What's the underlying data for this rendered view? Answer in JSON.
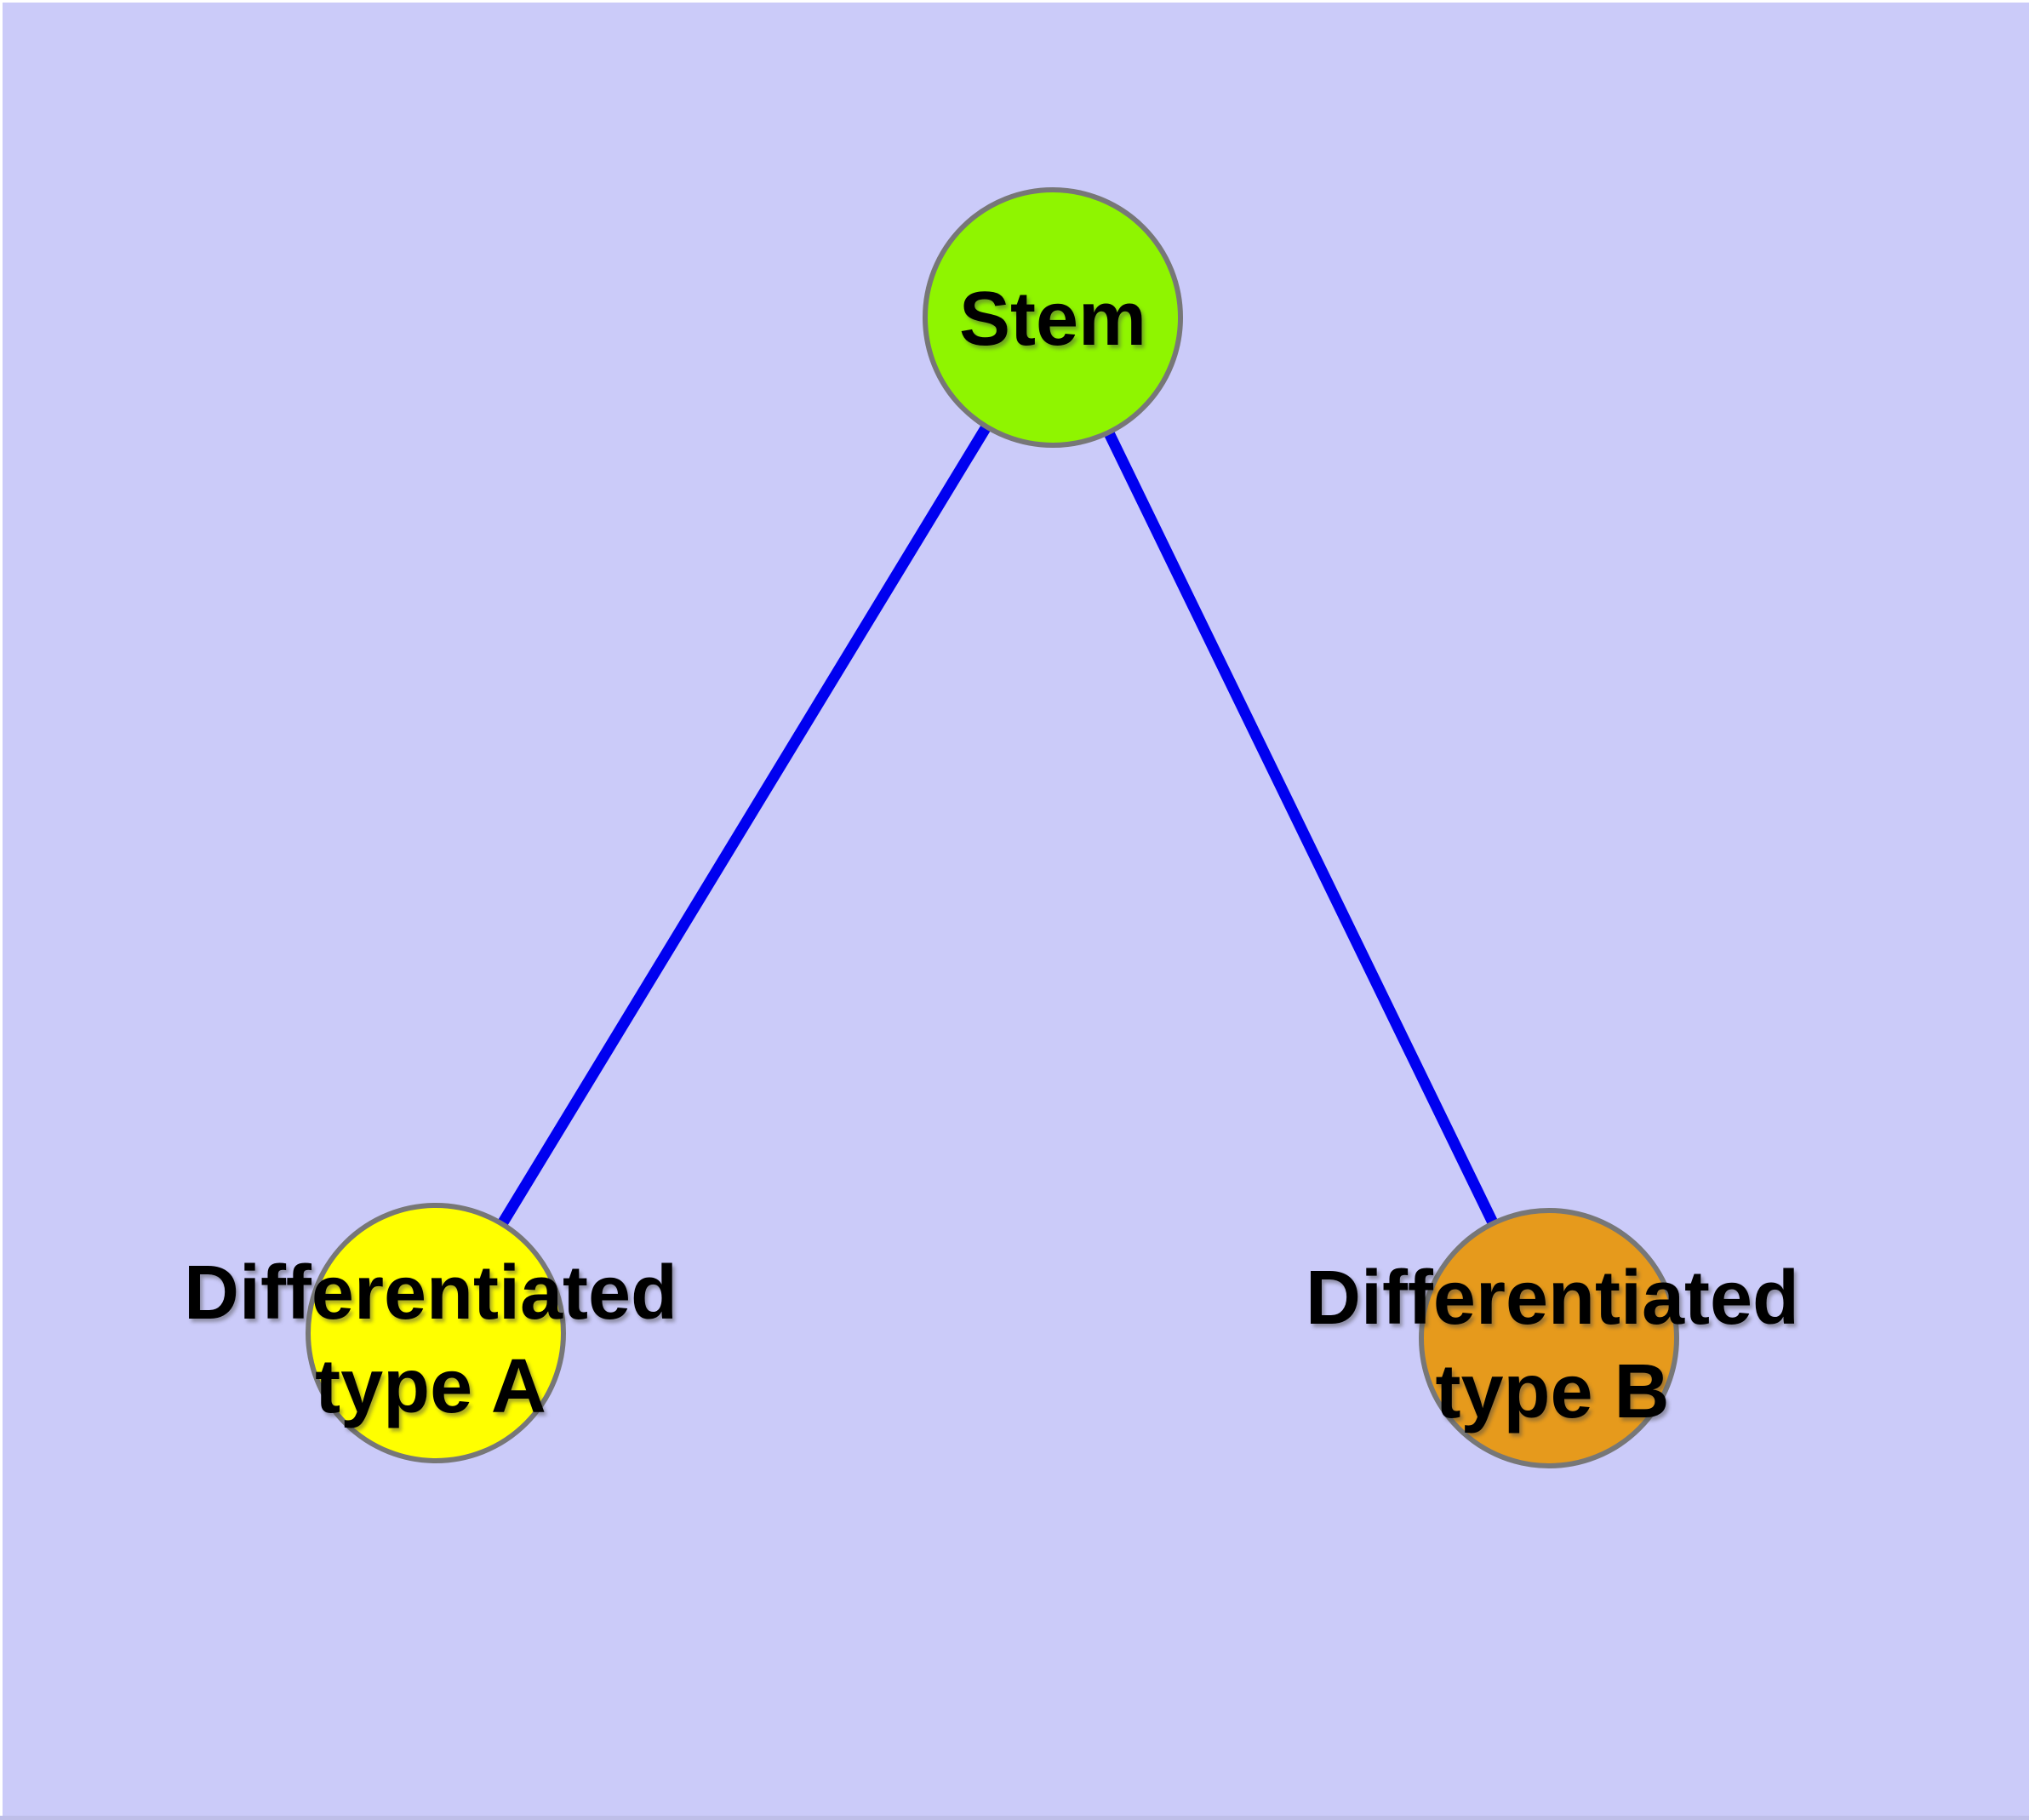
{
  "diagram": {
    "background_color": "#CBCBF9",
    "edge_color": "#0000F0",
    "node_border_color": "#777777",
    "label_color": "#000000",
    "nodes": [
      {
        "id": "stem",
        "label": "Stem",
        "color": "#8FF500"
      },
      {
        "id": "differentiated-type-a",
        "label": "Differentiated type A",
        "line1": "Differentiated",
        "line2": "type A",
        "color": "#FFFF00"
      },
      {
        "id": "differentiated-type-b",
        "label": "Differentiated type B",
        "line1": "Differentiated",
        "line2": "type B",
        "color": "#E69A1C"
      }
    ],
    "edges": [
      {
        "from": "Stem",
        "to": "Differentiated type A"
      },
      {
        "from": "Stem",
        "to": "Differentiated type B"
      }
    ]
  }
}
